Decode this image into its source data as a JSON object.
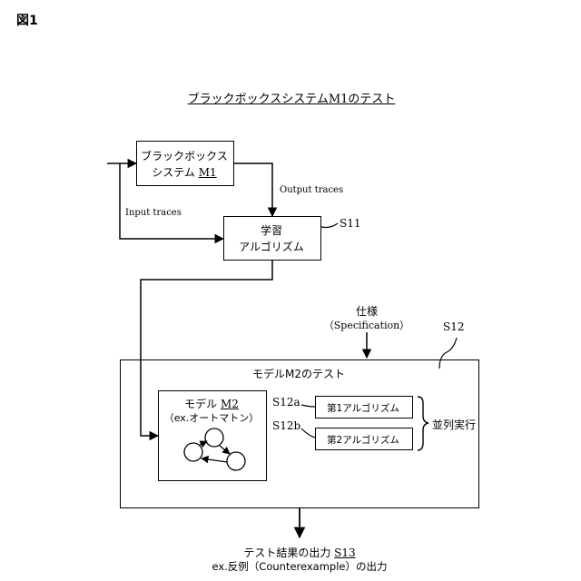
{
  "figure_label": "図1",
  "title": "ブラックボックスシステムM1のテスト",
  "blackbox": {
    "line1": "ブラックボックス",
    "line2_prefix": "システム ",
    "line2_id": "M1"
  },
  "output_traces": "Output traces",
  "input_traces": "Input traces",
  "learning": {
    "line1": "学習",
    "line2": "アルゴリズム",
    "ref": "S11"
  },
  "spec": {
    "line1": "仕様",
    "line2": "（Specification）"
  },
  "s12_ref": "S12",
  "test_box": {
    "title": "モデルM2のテスト",
    "model_prefix": "モデル ",
    "model_id": "M2",
    "model_example": "（ex.オートマトン）",
    "s12a": "S12a",
    "s12b": "S12b",
    "algo1": "第1アルゴリズム",
    "algo2": "第2アルゴリズム",
    "parallel": "並列実行"
  },
  "result": {
    "line1_prefix": "テスト結果の出力 ",
    "line1_ref": "S13",
    "line2": "ex.反例（Counterexample）の出力"
  }
}
